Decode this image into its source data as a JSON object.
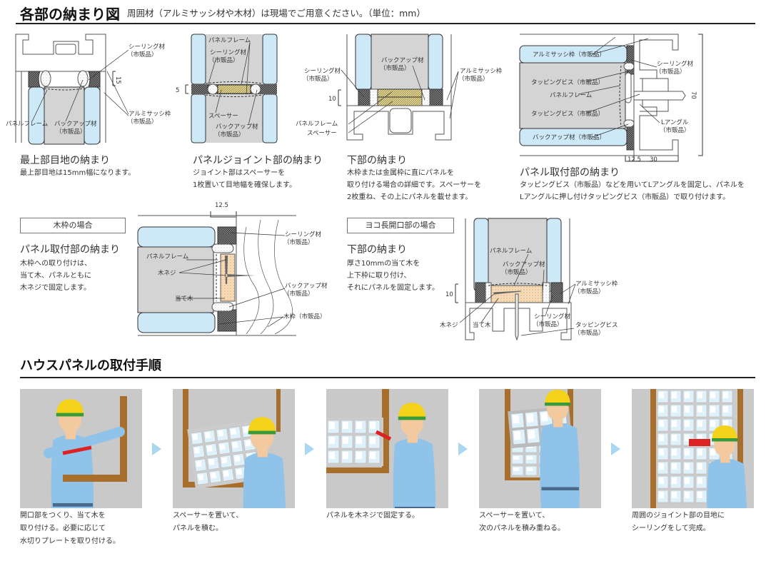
{
  "section1": {
    "title": "各部の納まり図",
    "subtitle": "周囲材（アルミサッシ材や木材）は現場でご用意ください。（単位：mm）"
  },
  "diagrams": {
    "top": {
      "title": "最上部目地の納まり",
      "desc": [
        "最上部目地は15mm幅になります。"
      ],
      "labels": {
        "sealing": "シーリング材",
        "sealing2": "（市販品）",
        "sash": "アルミサッシ枠",
        "sash2": "（市販品）",
        "frame": "パネルフレーム",
        "backup": "バックアップ材",
        "backup2": "（市販品）",
        "dim": "15"
      }
    },
    "joint": {
      "title": "パネルジョイント部の納まり",
      "desc": [
        "ジョイント部はスペーサーを",
        "1枚置いて目地幅を確保します。"
      ],
      "labels": {
        "frame": "パネルフレーム",
        "sealing": "シーリング材",
        "sealing2": "（市販品）",
        "spacer": "スペーサー",
        "backup": "バックアップ材",
        "backup2": "（市販品）",
        "dim": "5"
      }
    },
    "bottom": {
      "title": "下部の納まり",
      "desc": [
        "木枠または金属枠に直にパネルを",
        "取り付ける場合の詳細です。スペーサーを",
        "2枚重ね、その上にパネルを載せます。"
      ],
      "labels": {
        "backup": "バックアップ材",
        "backup2": "（市販品）",
        "sealing": "シーリング材",
        "sealing2": "（市販品）",
        "sash": "アルミサッシ枠",
        "sash2": "（市販品）",
        "frame": "パネルフレーム",
        "spacer": "スペーサー",
        "dim": "10"
      }
    },
    "mount": {
      "title": "パネル取付部の納まり",
      "desc": [
        "タッピングビス（市販品）などを用いてLアングルを固定し、パネルを",
        "Lアングルに押し付けタッピングビス（市販品）で取り付けます。"
      ],
      "labels": {
        "sash": "アルミサッシ枠（市販品）",
        "screw1": "タッピングビス（市販品）",
        "frame": "パネルフレーム",
        "screw2": "タッピングビス（市販品）",
        "backup": "バックアップ材（市販品）",
        "sealing": "シーリング材",
        "sealing2": "（市販品）",
        "angle": "Lアングル",
        "angle2": "（市販品）",
        "dim70": "70",
        "dim125": "12.5",
        "dim30": "30"
      }
    },
    "wood": {
      "box": "木枠の場合",
      "title": "パネル取付部の納まり",
      "desc": [
        "木枠への取り付けは、",
        "当て木、パネルともに",
        "木ネジで固定します。"
      ],
      "labels": {
        "dim": "12.5",
        "sealing": "シーリング材",
        "sealing2": "（市販品）",
        "frame": "パネルフレーム",
        "screw": "木ネジ",
        "batten": "当て木",
        "backup": "バックアップ材",
        "backup2": "（市販品）",
        "woodframe": "木枠（市販品）"
      }
    },
    "wide": {
      "box": "ヨコ長開口部の場合",
      "title": "下部の納まり",
      "desc": [
        "厚さ10mmの当て木を",
        "上下枠に取り付け、",
        "それにパネルを固定します。"
      ],
      "labels": {
        "frame": "パネルフレーム",
        "backup": "バックアップ材",
        "backup2": "（市販品）",
        "sash": "アルミサッシ枠",
        "sash2": "（市販品）",
        "screw": "木ネジ",
        "batten": "当て木",
        "sealing": "シーリング材",
        "sealing2": "（市販品）",
        "tapping": "タッピングビス",
        "tapping2": "（市販品）",
        "dim": "10"
      }
    }
  },
  "section2": {
    "title": "ハウスパネルの取付手順",
    "steps": [
      {
        "caption": [
          "開口部をつくり、当て木を",
          "取り付ける。必要に応じて",
          "水切りプレートを取り付ける。"
        ]
      },
      {
        "caption": [
          "スペーサーを置いて、",
          "パネルを積む。"
        ]
      },
      {
        "caption": [
          "パネルを木ネジで固定する。"
        ]
      },
      {
        "caption": [
          "スペーサーを置いて、",
          "次のパネルを積み重ねる。"
        ]
      },
      {
        "caption": [
          "周囲のジョイント部の目地に",
          "シーリングをして完成。"
        ]
      }
    ]
  },
  "colors": {
    "glass": "#cde8f6",
    "panel": "#d4d4d4",
    "wood": "#a86f2c",
    "helmet": "#f5d21a",
    "suit": "#8fc3ea",
    "arrow": "#a9d6f0"
  }
}
